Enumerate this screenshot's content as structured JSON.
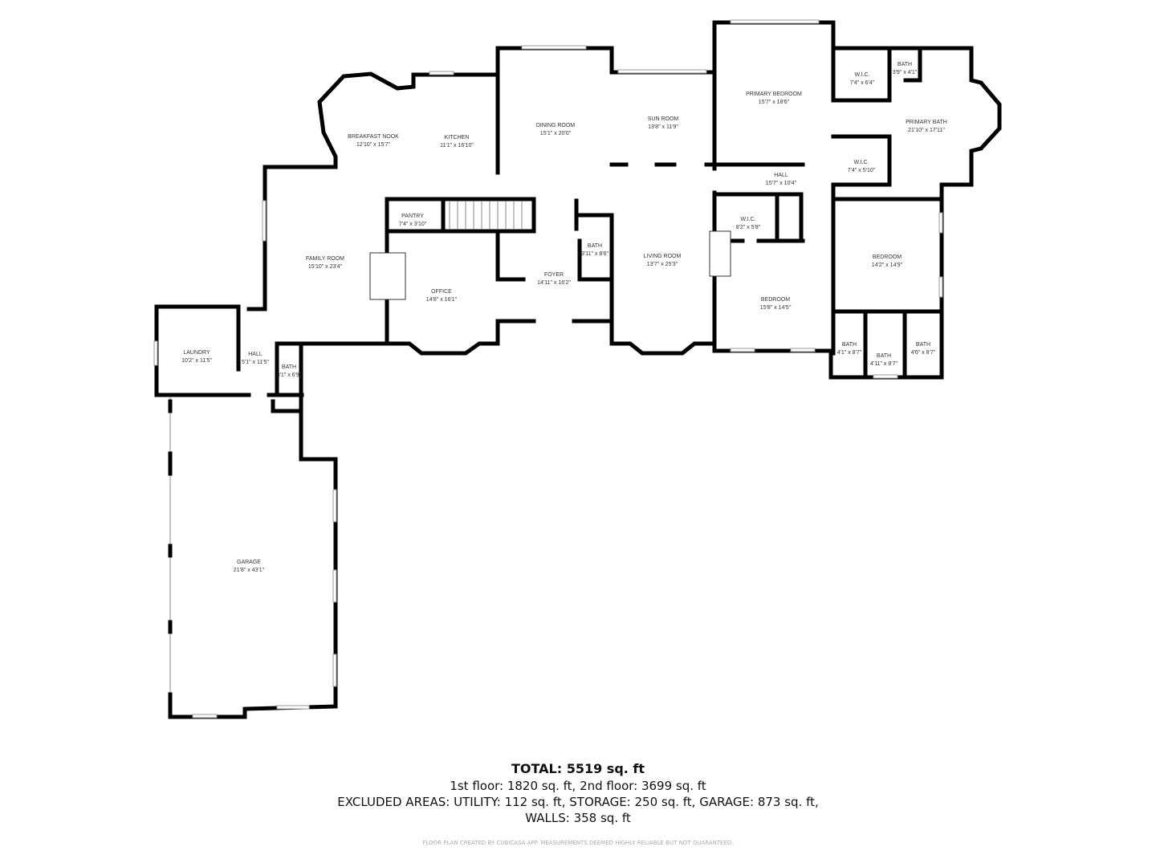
{
  "rooms": [
    {
      "name": "BREAKFAST NOOK",
      "dims": "12'10\" x 15'7\""
    },
    {
      "name": "KITCHEN",
      "dims": "11'1\" x 16'10\""
    },
    {
      "name": "DINING ROOM",
      "dims": "15'1\" x 20'0\""
    },
    {
      "name": "SUN ROOM",
      "dims": "13'8\" x 11'9\""
    },
    {
      "name": "PRIMARY BEDROOM",
      "dims": "15'7\" x 18'6\""
    },
    {
      "name": "W.I.C.",
      "dims": "7'4\" x 6'4\""
    },
    {
      "name": "BATH",
      "dims": "3'9\" x 4'1\""
    },
    {
      "name": "PRIMARY BATH",
      "dims": "21'10\" x 17'11\""
    },
    {
      "name": "W.I.C.",
      "dims": "7'4\" x 5'10\""
    },
    {
      "name": "HALL",
      "dims": "15'7\" x 10'4\""
    },
    {
      "name": "PANTRY",
      "dims": "7'4\" x 3'10\""
    },
    {
      "name": "BATH",
      "dims": "3'11\" x 8'6\""
    },
    {
      "name": "FAMILY ROOM",
      "dims": "15'10\" x 23'4\""
    },
    {
      "name": "LIVING ROOM",
      "dims": "13'7\" x 25'3\""
    },
    {
      "name": "FOYER",
      "dims": "14'11\" x 16'2\""
    },
    {
      "name": "OFFICE",
      "dims": "14'8\" x 16'1\""
    },
    {
      "name": "W.I.C.",
      "dims": "8'2\" x 5'8\""
    },
    {
      "name": "BEDROOM",
      "dims": "14'2\" x 14'9\""
    },
    {
      "name": "BEDROOM",
      "dims": "15'8\" x 14'5\""
    },
    {
      "name": "LAUNDRY",
      "dims": "10'2\" x 11'5\""
    },
    {
      "name": "HALL",
      "dims": "5'1\" x 11'5\""
    },
    {
      "name": "BATH",
      "dims": "3'1\" x 6'9\""
    },
    {
      "name": "BATH",
      "dims": "4'1\" x 8'7\""
    },
    {
      "name": "BATH",
      "dims": "4'11\" x 8'7\""
    },
    {
      "name": "BATH",
      "dims": "4'6\" x 8'7\""
    },
    {
      "name": "GARAGE",
      "dims": "21'8\" x 43'1\""
    }
  ],
  "summary": {
    "total": "TOTAL: 5519 sq. ft",
    "floors": "1st floor: 1820 sq. ft, 2nd floor: 3699 sq. ft",
    "excluded": "EXCLUDED AREAS: UTILITY: 112 sq. ft, STORAGE: 250 sq. ft, GARAGE: 873 sq. ft,",
    "walls": "WALLS: 358 sq. ft",
    "disclaimer": "FLOOR PLAN CREATED BY CUBICASA APP. MEASUREMENTS DEEMED HIGHLY RELIABLE BUT NOT GUARANTEED."
  }
}
